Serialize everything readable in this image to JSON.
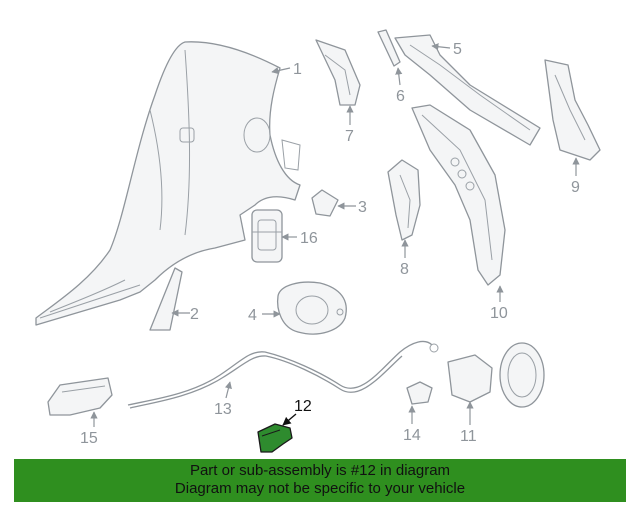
{
  "callouts": {
    "c1": "1",
    "c2": "2",
    "c3": "3",
    "c4": "4",
    "c5": "5",
    "c6": "6",
    "c7": "7",
    "c8": "8",
    "c9": "9",
    "c10": "10",
    "c11": "11",
    "c12": "12",
    "c13": "13",
    "c14": "14",
    "c15": "15",
    "c16": "16"
  },
  "highlighted_part": "12",
  "banner": {
    "line1": "Part or sub-assembly is #12 in diagram",
    "line2": "Diagram may not be specific to your vehicle",
    "color": "#2f8f1f"
  },
  "colors": {
    "line": "#8f959b",
    "highlight_part": "#2e8b2e"
  }
}
